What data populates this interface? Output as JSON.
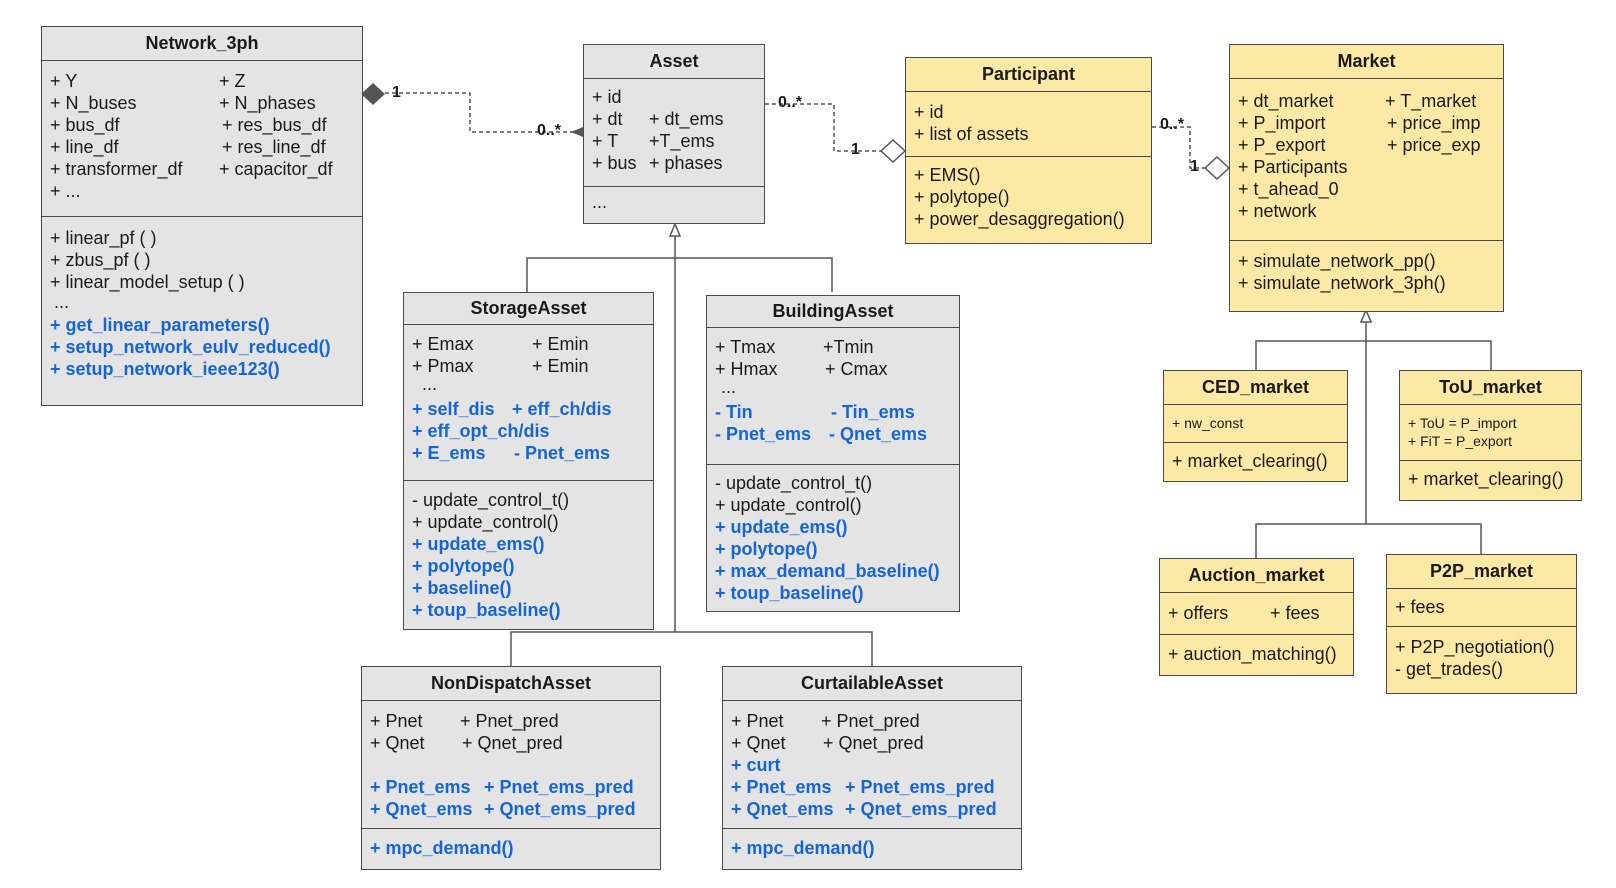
{
  "classes": {
    "network": {
      "name": "Network_3ph",
      "attrs": [
        "+ Y",
        "+ Z",
        "+ N_buses",
        "+ N_phases",
        "+ bus_df",
        "+ res_bus_df",
        "+ line_df",
        "+ res_line_df",
        "+ transformer_df",
        "+ capacitor_df",
        "+ ..."
      ],
      "methods": [
        "+ linear_pf ( )",
        "+ zbus_pf ( )",
        "+ linear_model_setup ( )",
        "..."
      ],
      "methods_new": [
        "+ get_linear_parameters()",
        "+ setup_network_eulv_reduced()",
        "+ setup_network_ieee123()"
      ]
    },
    "asset": {
      "name": "Asset",
      "attrs": [
        "+ id",
        "+ dt",
        "+ dt_ems",
        "+ T",
        "+T_ems",
        "+ bus",
        "+ phases"
      ],
      "methods": [
        "..."
      ]
    },
    "participant": {
      "name": "Participant",
      "attrs": [
        "+ id",
        "+ list of assets"
      ],
      "methods": [
        "+ EMS()",
        "+ polytope()",
        "+ power_desaggregation()"
      ]
    },
    "market": {
      "name": "Market",
      "attrs": [
        "+ dt_market",
        "+ T_market",
        "+ P_import",
        "+ price_imp",
        "+ P_export",
        "+ price_exp",
        "+ Participants",
        "+ t_ahead_0",
        "+ network"
      ],
      "methods": [
        "+ simulate_network_pp()",
        "+ simulate_network_3ph()"
      ]
    },
    "storage": {
      "name": "StorageAsset",
      "attrs": [
        "+ Emax",
        "+ Emin",
        "+ Pmax",
        "+ Emin",
        "..."
      ],
      "attrs_new": [
        "+ self_dis",
        "+ eff_ch/dis",
        "+ eff_opt_ch/dis",
        "+ E_ems",
        "- Pnet_ems"
      ],
      "methods": [
        "- update_control_t()",
        "+ update_control()"
      ],
      "methods_new": [
        "+ update_ems()",
        "+ polytope()",
        "+ baseline()",
        "+ toup_baseline()"
      ]
    },
    "building": {
      "name": "BuildingAsset",
      "attrs": [
        "+ Tmax",
        "+Tmin",
        "+ Hmax",
        "+ Cmax",
        "..."
      ],
      "attrs_new": [
        "- Tin",
        "- Tin_ems",
        "- Pnet_ems",
        "- Qnet_ems"
      ],
      "methods": [
        "- update_control_t()",
        "+ update_control()"
      ],
      "methods_new": [
        "+ update_ems()",
        "+ polytope()",
        "+ max_demand_baseline()",
        "+ toup_baseline()"
      ]
    },
    "nondispatch": {
      "name": "NonDispatchAsset",
      "attrs": [
        "+ Pnet",
        "+ Pnet_pred",
        "+ Qnet",
        "+ Qnet_pred"
      ],
      "attrs_new": [
        "+ Pnet_ems",
        "+ Pnet_ems_pred",
        "+ Qnet_ems",
        "+ Qnet_ems_pred"
      ],
      "methods_new": [
        "+ mpc_demand()"
      ]
    },
    "curtailable": {
      "name": "CurtailableAsset",
      "attrs": [
        "+ Pnet",
        "+ Pnet_pred",
        "+ Qnet",
        "+ Qnet_pred"
      ],
      "attrs_new": [
        "+ curt",
        "+ Pnet_ems",
        "+ Pnet_ems_pred",
        "+ Qnet_ems",
        "+ Qnet_ems_pred"
      ],
      "methods_new": [
        "+ mpc_demand()"
      ]
    },
    "ced": {
      "name": "CED_market",
      "attrs": [
        "+ nw_const"
      ],
      "methods": [
        "+ market_clearing()"
      ]
    },
    "tou": {
      "name": "ToU_market",
      "attrs": [
        "+ ToU = P_import",
        "+ FiT  = P_export"
      ],
      "methods": [
        "+ market_clearing()"
      ]
    },
    "auction": {
      "name": "Auction_market",
      "attrs": [
        "+ offers",
        "+ fees"
      ],
      "methods": [
        "+ auction_matching()"
      ]
    },
    "p2p": {
      "name": "P2P_market",
      "attrs": [
        "+ fees"
      ],
      "methods": [
        "+ P2P_negotiation()",
        "- get_trades()"
      ]
    }
  },
  "multiplicity": {
    "net_asset_a": "1",
    "net_asset_b": "0..*",
    "asset_part_a": "0..*",
    "asset_part_b": "1",
    "part_market_a": "0..*",
    "part_market_b": "1"
  },
  "colors": {
    "gray_fill": "#e4e4e4",
    "yellow_fill": "#fde9a6",
    "blue_text": "#1565d8",
    "line": "#4a4a4a"
  }
}
